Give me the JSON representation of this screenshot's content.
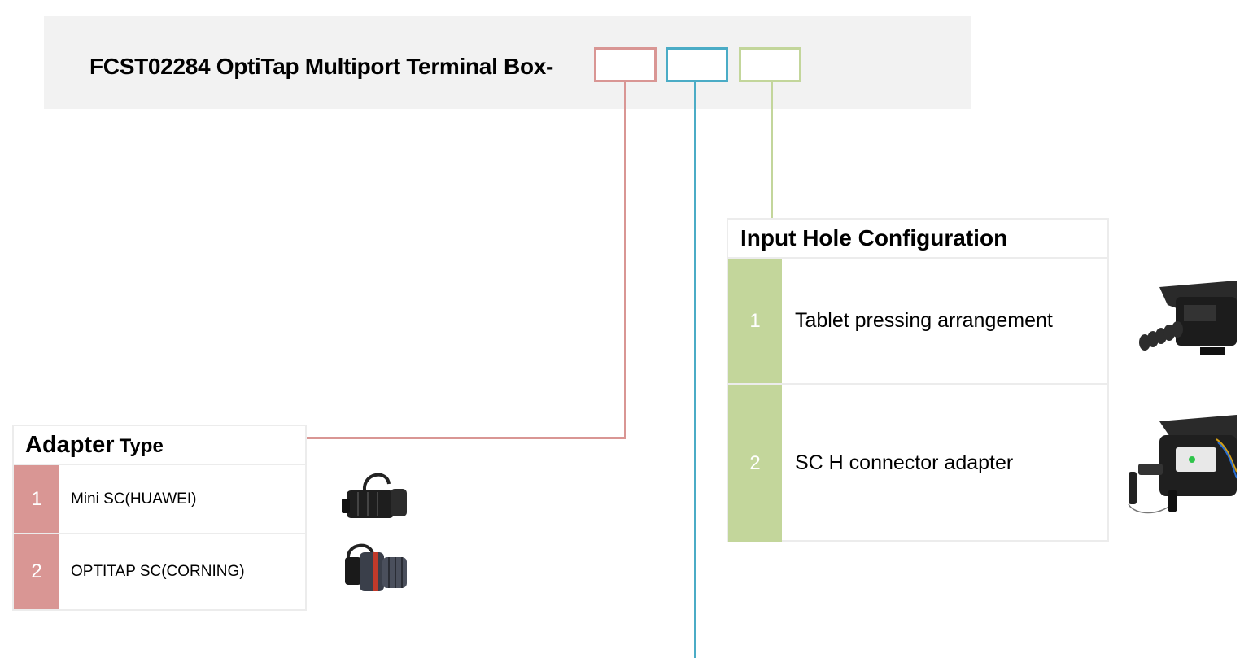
{
  "header": {
    "title": "FCST02284 OptiTap Multiport Terminal Box-"
  },
  "colors": {
    "adapter": "#d99694",
    "middle": "#4bacc6",
    "input": "#c3d69b",
    "header_bg": "#f2f2f2",
    "border": "#ececec"
  },
  "adapter_table": {
    "title_main": "Adapter",
    "title_sub": "Type",
    "rows": [
      {
        "num": "1",
        "label": "Mini SC(HUAWEI)"
      },
      {
        "num": "2",
        "label": "OPTITAP SC(CORNING)"
      }
    ]
  },
  "input_table": {
    "title": "Input Hole Configuration",
    "rows": [
      {
        "num": "1",
        "label": "Tablet pressing arrangement"
      },
      {
        "num": "2",
        "label": "SC H connector adapter"
      }
    ]
  }
}
